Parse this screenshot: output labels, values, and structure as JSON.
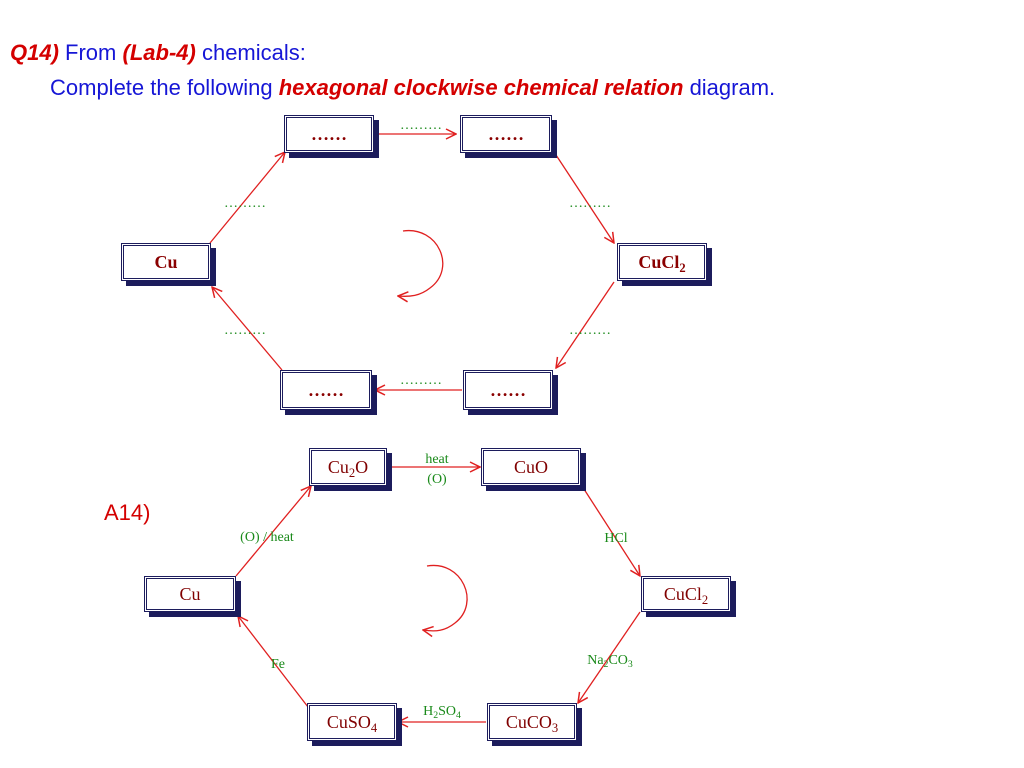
{
  "title": {
    "q_label": "Q14)",
    "from": "From",
    "lab": "(Lab-4)",
    "chemicals": "chemicals:",
    "line2_prefix": "Complete the following",
    "line2_emph": "hexagonal clockwise chemical relation",
    "line2_suffix": "diagram."
  },
  "question": {
    "nodes": {
      "top_left": "……",
      "top_right": "……",
      "right_main": "CuCl",
      "right_sub": "2",
      "bottom_right": "……",
      "bottom_left": "……",
      "left": "Cu"
    },
    "labels": {
      "top": "………",
      "upper_right": "………",
      "lower_right": "………",
      "bottom": "………",
      "lower_left": "………",
      "upper_left": "………"
    }
  },
  "answer": {
    "label": "A14)",
    "nodes": {
      "cu2o_a": "Cu",
      "cu2o_sub": "2",
      "cu2o_b": "O",
      "cuo": "CuO",
      "cucl2_a": "CuCl",
      "cucl2_sub": "2",
      "cuco3_a": "CuCO",
      "cuco3_sub": "3",
      "cuso4_a": "CuSO",
      "cuso4_sub": "4",
      "cu": "Cu"
    },
    "labels": {
      "heat": "heat",
      "o": "(O)",
      "hcl": "HCl",
      "na2co3_a": "Na",
      "na2co3_sub1": "2",
      "na2co3_b": "CO",
      "na2co3_sub2": "3",
      "h2so4_a": "H",
      "h2so4_sub1": "2",
      "h2so4_b": "SO",
      "h2so4_sub2": "4",
      "fe": "Fe",
      "o_heat": "(O) / heat"
    }
  },
  "colors": {
    "arrow": "#e02020",
    "label_green": "#1a8a1a",
    "box_border": "#1c1c5c",
    "title_blue": "#1616d6",
    "title_red": "#d40000"
  }
}
